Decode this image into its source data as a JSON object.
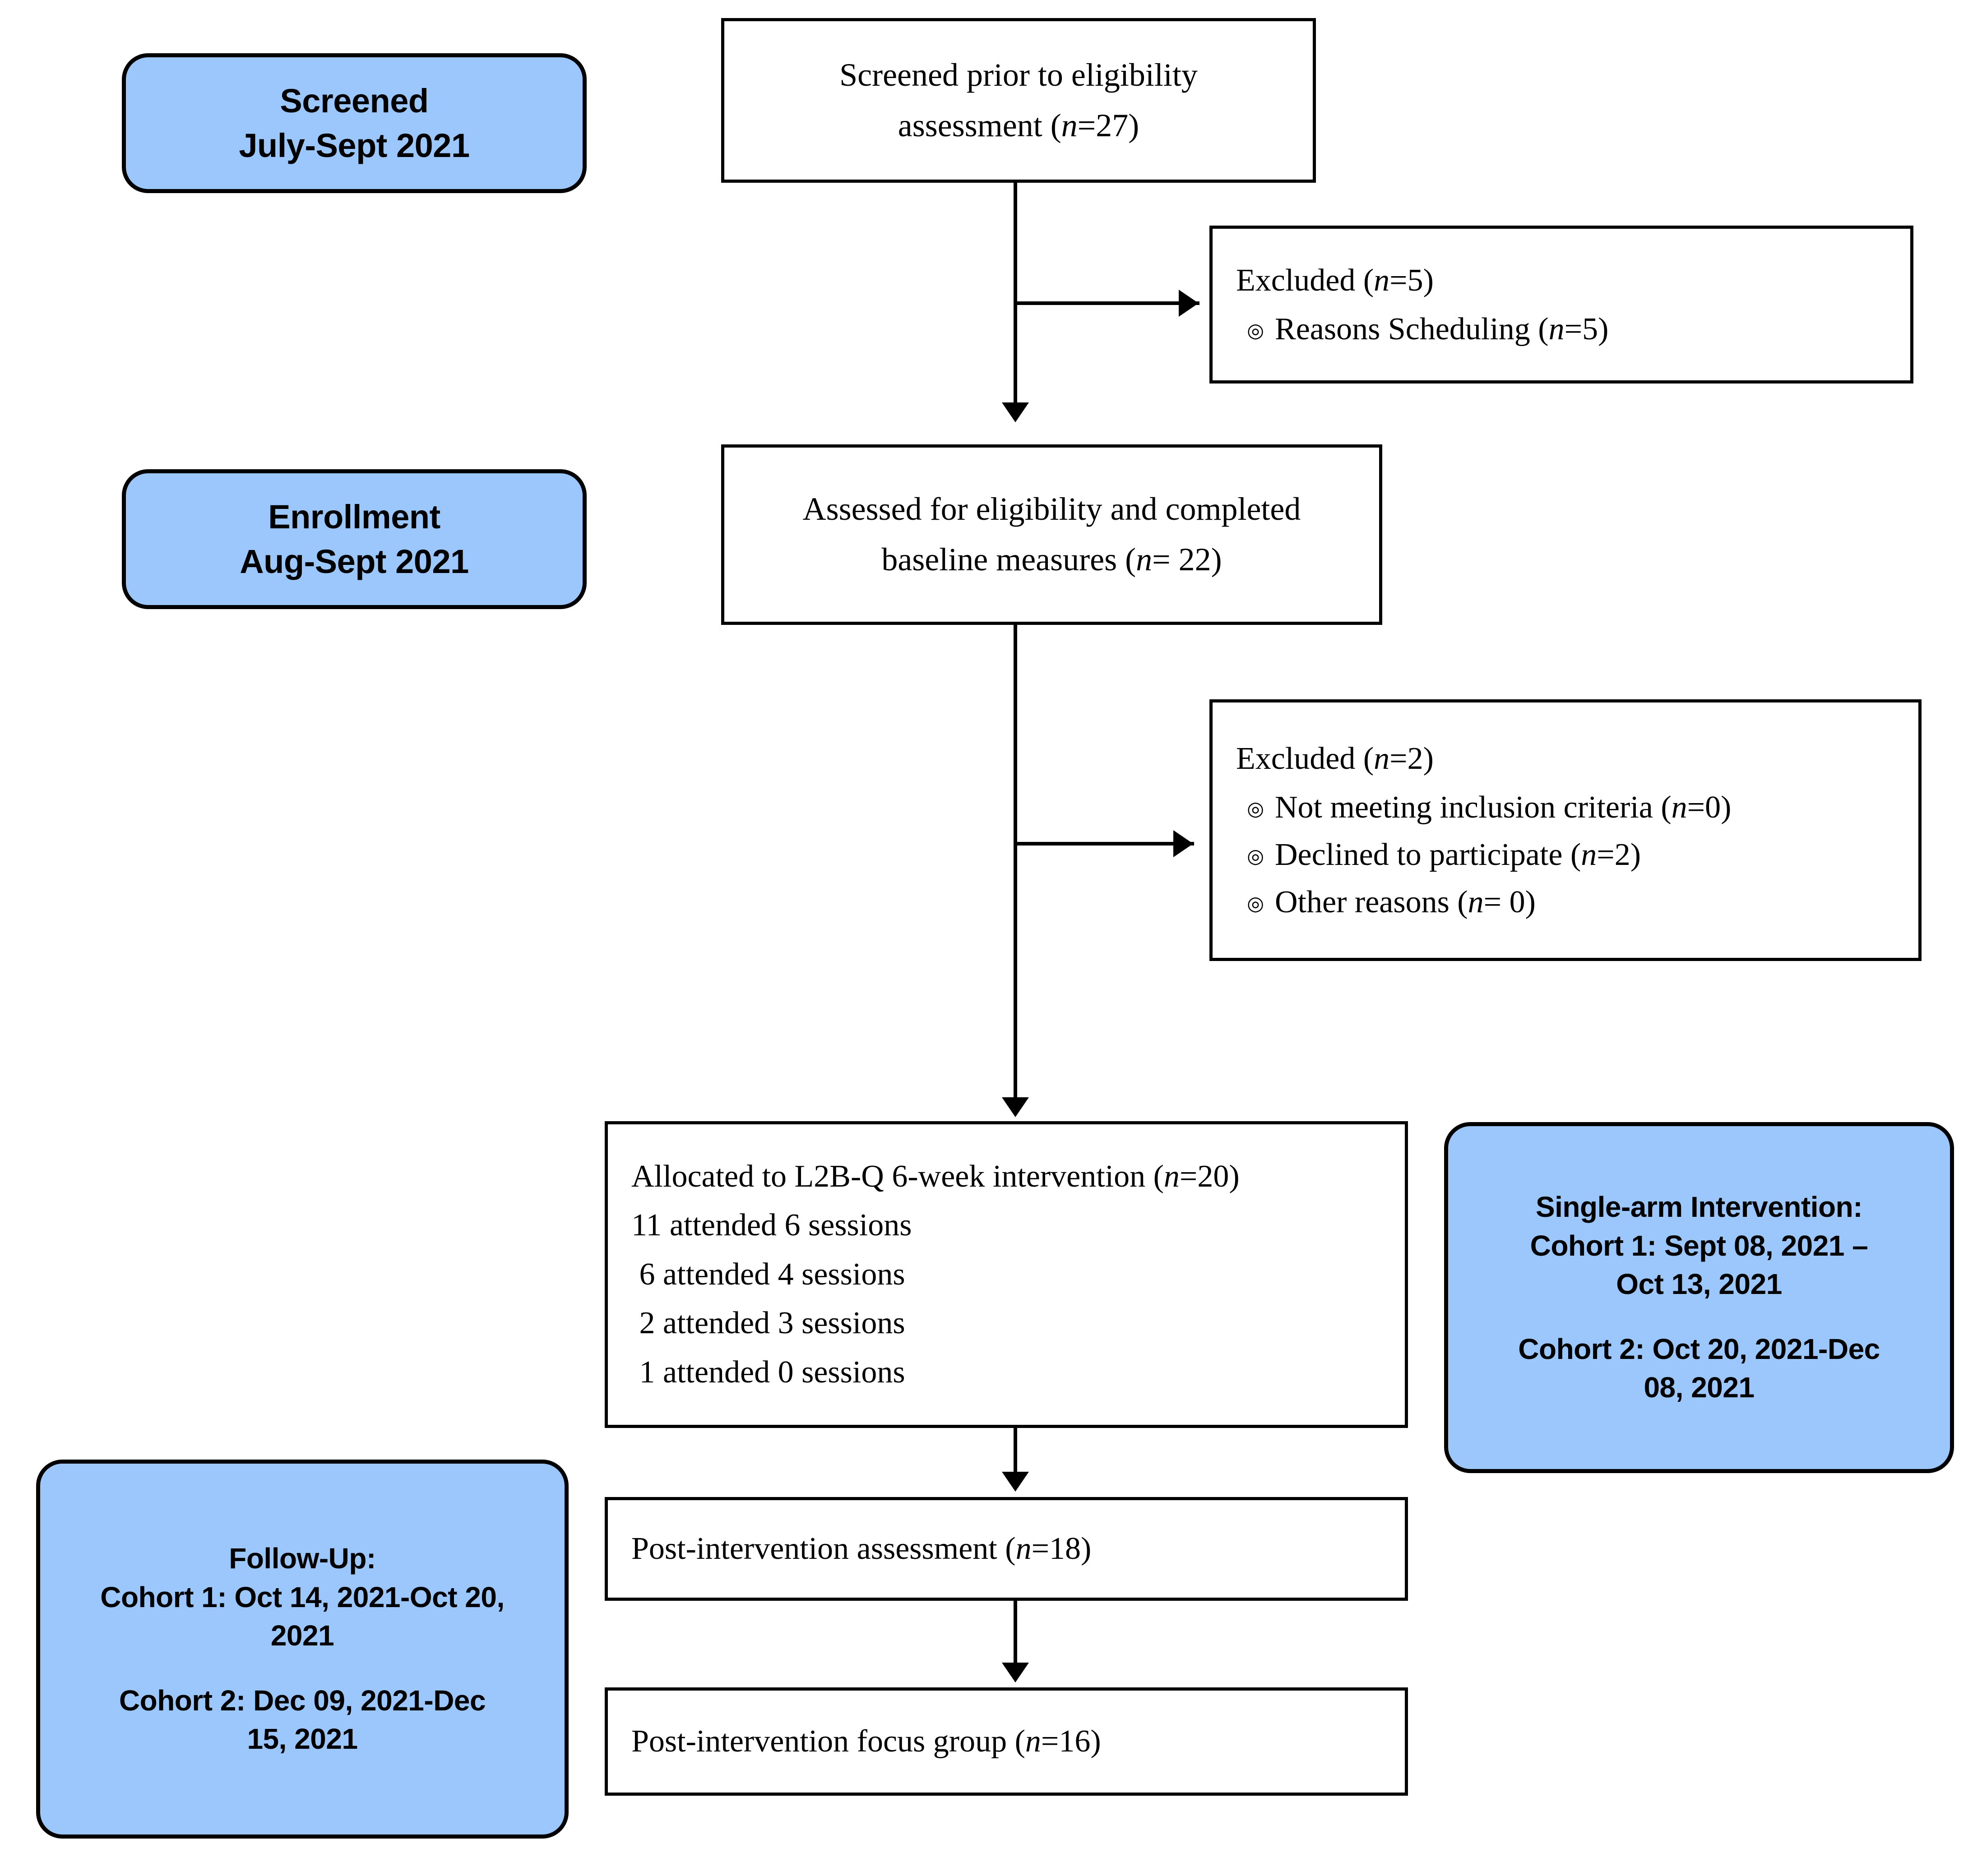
{
  "diagram": {
    "type": "consort-flow-diagram",
    "accent_color": "#9CC7FC",
    "line_color": "#000000",
    "background_color": "#FFFFFF",
    "bullet_glyph": "spiral-bullet-icon"
  },
  "stages": {
    "screened": {
      "line1": "Screened",
      "line2": "July-Sept 2021"
    },
    "enrollment": {
      "line1": "Enrollment",
      "line2": "Aug-Sept 2021"
    },
    "intervention": {
      "line1": "Single-arm Intervention:",
      "line2": "Cohort 1: Sept 08, 2021 –",
      "line3": "Oct 13, 2021",
      "line4": "Cohort 2: Oct 20, 2021-Dec",
      "line5": "08, 2021"
    },
    "followup": {
      "line1": "Follow-Up:",
      "line2": "Cohort 1: Oct 14, 2021-Oct 20,",
      "line3": "2021",
      "line4": "Cohort 2: Dec 09, 2021-Dec",
      "line5": "15, 2021"
    }
  },
  "nodes": {
    "screened_prior": {
      "line1": "Screened  prior to eligibility",
      "line2_pre": "assessment (",
      "line2_n": "n",
      "line2_post": "=27)"
    },
    "excluded_1": {
      "heading_pre": "Excluded (",
      "heading_n": "n",
      "heading_post": "=5)",
      "bullets": [
        {
          "glyph": "◎",
          "pre": "Reasons Scheduling (",
          "n": "n",
          "post": "=5)"
        }
      ]
    },
    "assessed_eligibility": {
      "line1": "Assessed for eligibility and completed",
      "line2_pre": "baseline measures (",
      "line2_n": "n",
      "line2_post": "= 22)"
    },
    "excluded_2": {
      "heading_pre": "Excluded (",
      "heading_n": "n",
      "heading_post": "=2)",
      "bullets": [
        {
          "glyph": "◎",
          "pre": "Not meeting inclusion criteria (",
          "n": "n",
          "post": "=0)"
        },
        {
          "glyph": "◎",
          "pre": "Declined  to participate (",
          "n": "n",
          "post": "=2)"
        },
        {
          "glyph": "◎",
          "pre": "Other reasons (",
          "n": "n",
          "post": "= 0)"
        }
      ]
    },
    "allocated": {
      "line1_pre": "Allocated to L2B-Q 6-week intervention  (",
      "line1_n": "n",
      "line1_post": "=20)",
      "line2": "11 attended 6 sessions",
      "line3": " 6 attended 4 sessions",
      "line4": " 2 attended 3 sessions",
      "line5": " 1 attended 0 sessions"
    },
    "post_assessment": {
      "line1_pre": "Post-intervention assessment (",
      "line1_n": "n",
      "line1_post": "=18)"
    },
    "post_focus_group": {
      "line1_pre": "Post-intervention focus group (",
      "line1_n": "n",
      "line1_post": "=16)"
    }
  },
  "counts": {
    "screened_prior_n": 27,
    "excluded_1_n": 5,
    "reasons_scheduling_n": 5,
    "assessed_n": 22,
    "excluded_2_n": 2,
    "not_meeting_inclusion_n": 0,
    "declined_n": 2,
    "other_reasons_n": 0,
    "allocated_n": 20,
    "attended_6_sessions": 11,
    "attended_4_sessions": 6,
    "attended_3_sessions": 2,
    "attended_0_sessions": 1,
    "post_assessment_n": 18,
    "post_focus_group_n": 16
  }
}
